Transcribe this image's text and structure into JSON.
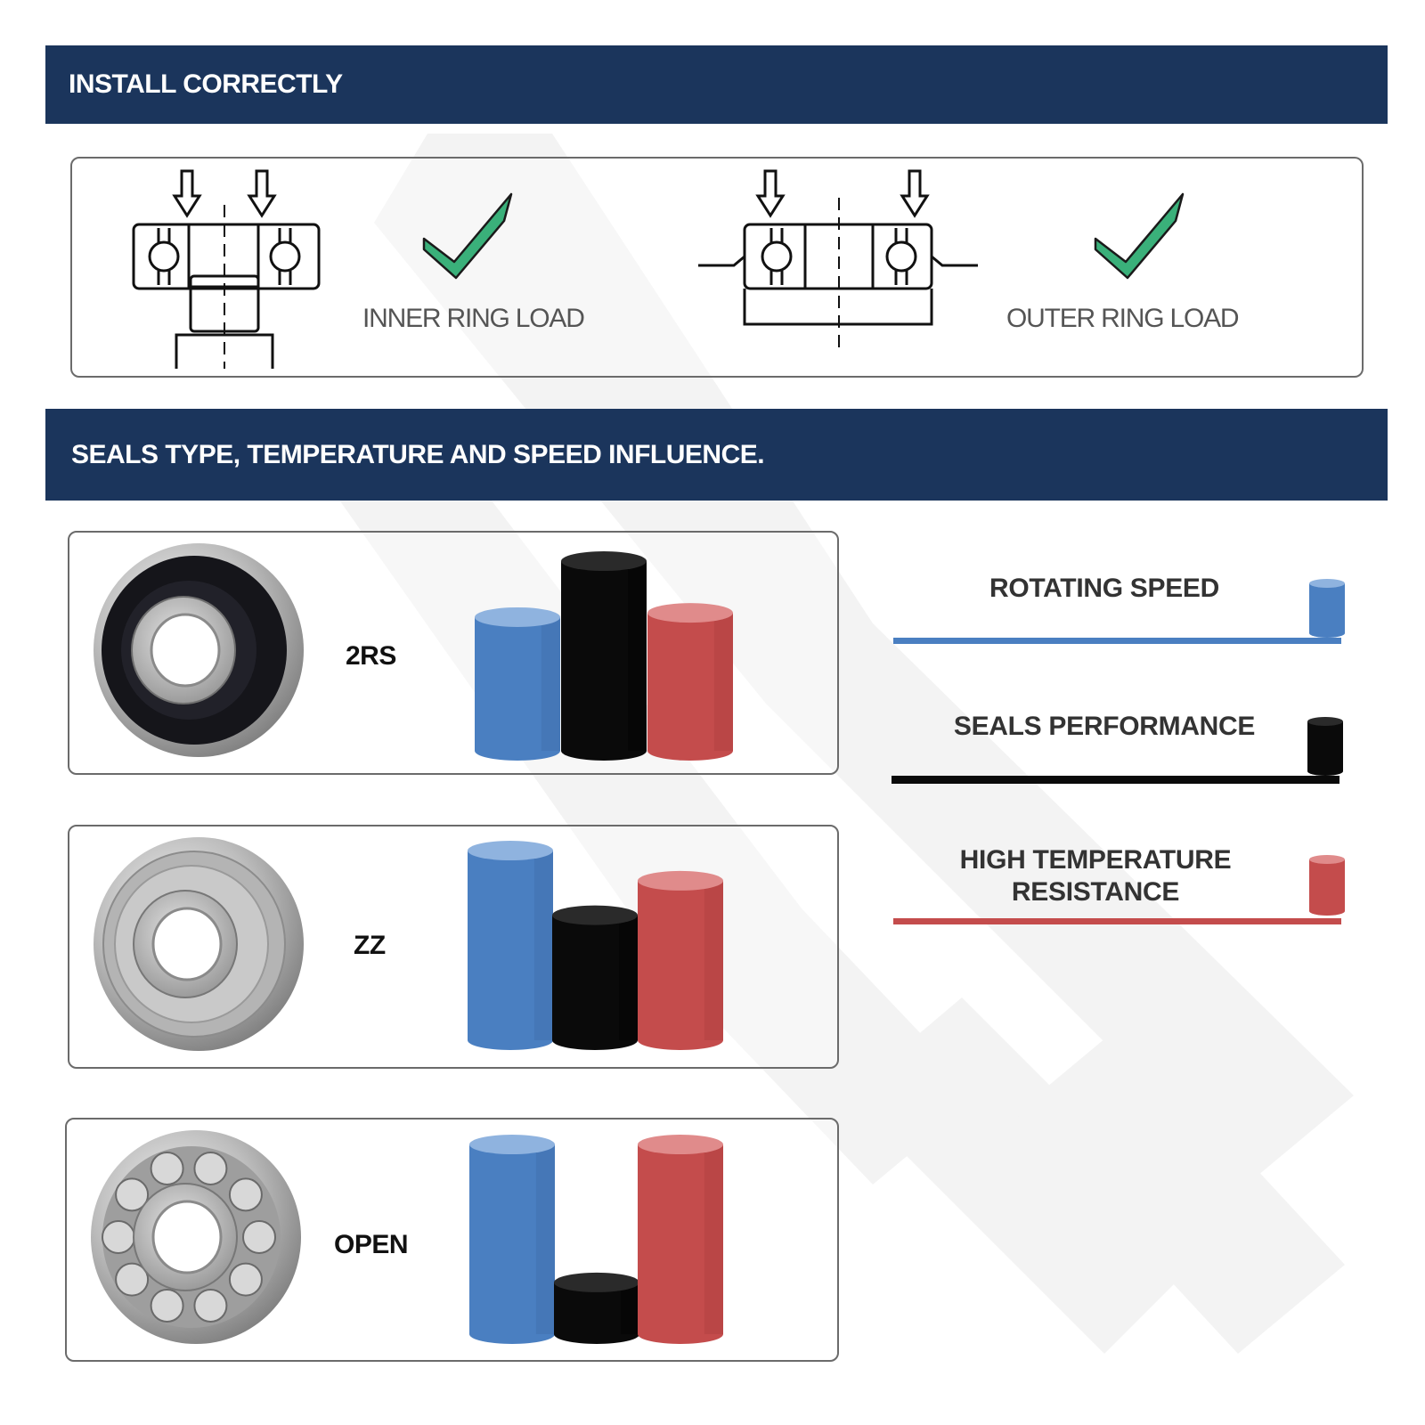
{
  "sections": {
    "install": {
      "title": "INSTALL CORRECTLY"
    },
    "seals": {
      "title": "SEALS TYPE, TEMPERATURE AND SPEED INFLUENCE."
    }
  },
  "install": {
    "inner": {
      "label": "INNER RING LOAD",
      "icon": "check-icon"
    },
    "outer": {
      "label": "OUTER RING LOAD",
      "icon": "check-icon"
    }
  },
  "colors": {
    "banner": "#1b355c",
    "speed": "#4a7fc1",
    "seals": "#0a0a0a",
    "temperature": "#c44c4c",
    "check": "#3ab07a"
  },
  "legend": [
    {
      "key": "speed",
      "label": "ROTATING SPEED"
    },
    {
      "key": "seals",
      "label": "SEALS PERFORMANCE"
    },
    {
      "key": "temperature",
      "label": "HIGH TEMPERATURE RESISTANCE"
    }
  ],
  "seal_types": [
    {
      "label": "2RS",
      "shield": "rubber-seal",
      "levels": {
        "speed": 0.62,
        "seals": 0.88,
        "temperature": 0.64
      }
    },
    {
      "label": "ZZ",
      "shield": "metal-shield",
      "levels": {
        "speed": 0.88,
        "seals": 0.58,
        "temperature": 0.74
      }
    },
    {
      "label": "OPEN",
      "shield": "open",
      "levels": {
        "speed": 0.88,
        "seals": 0.24,
        "temperature": 0.88
      }
    }
  ]
}
